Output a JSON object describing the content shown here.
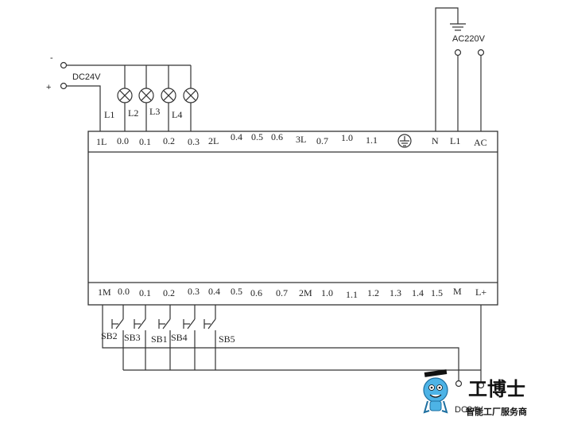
{
  "supply_dc": {
    "label": "DC24V",
    "minus": "-",
    "plus": "+"
  },
  "supply_ac": {
    "label": "AC220V"
  },
  "lamps": {
    "labels": [
      "L1",
      "L2",
      "L3",
      "L4"
    ]
  },
  "top_terminals": [
    "1L",
    "0.0",
    "0.1",
    "0.2",
    "0.3",
    "2L",
    "0.4",
    "0.5",
    "0.6",
    "3L",
    "0.7",
    "1.0",
    "1.1",
    "N",
    "L1",
    "AC"
  ],
  "bottom_terminals": [
    "1M",
    "0.0",
    "0.1",
    "0.2",
    "0.3",
    "0.4",
    "0.5",
    "0.6",
    "0.7",
    "2M",
    "1.0",
    "1.1",
    "1.2",
    "1.3",
    "1.4",
    "1.5",
    "M",
    "L+"
  ],
  "switches": {
    "labels": [
      "SB2",
      "SB3",
      "SB1",
      "SB4",
      "SB5"
    ]
  },
  "bottom_supply": {
    "label": "DC24V"
  },
  "logo": {
    "main": "工博士",
    "sub": "智能工厂服务商"
  }
}
